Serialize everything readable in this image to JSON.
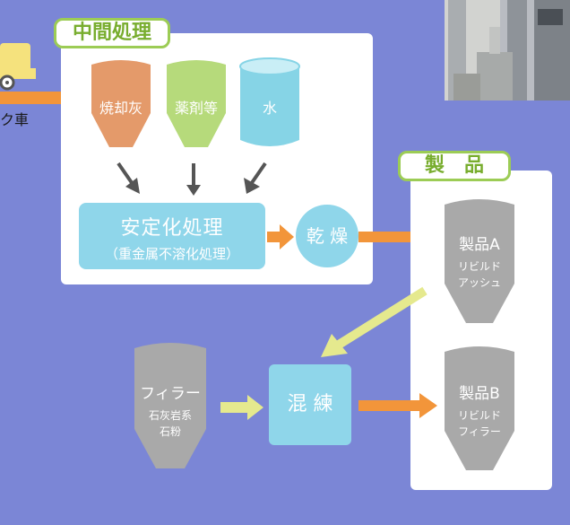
{
  "colors": {
    "background": "#7b86d6",
    "panel": "#ffffff",
    "tag_green": "#9ccc55",
    "ash": "#e49a6a",
    "chem": "#b6da7b",
    "water": "#86d4e6",
    "process_box": "#8fd6ea",
    "arrow_orange": "#f2953a",
    "arrow_yellow": "#e5e98e",
    "gray_hopper": "#a9a9a9",
    "truck_yellow": "#f5e27d"
  },
  "left_edge": {
    "truck_label": "ク車"
  },
  "intermediate": {
    "title": "中間処理",
    "inputs": [
      {
        "label": "焼却灰"
      },
      {
        "label": "薬剤等"
      },
      {
        "label": "水"
      }
    ],
    "stabilization": {
      "main": "安定化処理",
      "sub": "（重金属不溶化処理）"
    },
    "drying": "乾 燥"
  },
  "products": {
    "title": "製　品",
    "a": {
      "label": "製品A",
      "sub1": "リビルド",
      "sub2": "アッシュ"
    },
    "b": {
      "label": "製品B",
      "sub1": "リビルド",
      "sub2": "フィラー"
    }
  },
  "filler": {
    "label": "フィラー",
    "sub1": "石灰岩系",
    "sub2": "石粉"
  },
  "kneading": "混 練"
}
